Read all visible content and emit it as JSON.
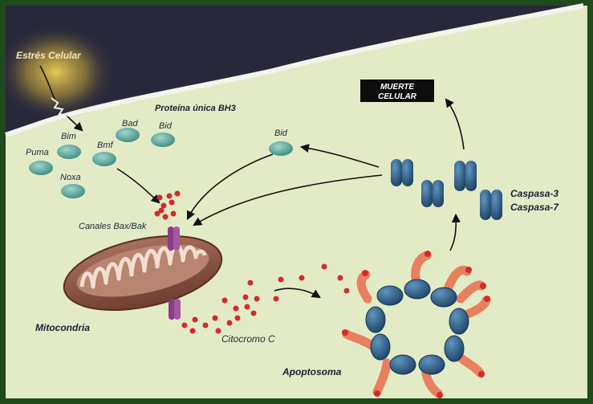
{
  "labels": {
    "stress": "Estrés Celular",
    "bh3_title": "Proteína única BH3",
    "bad": "Bad",
    "bid_top": "Bid",
    "bim": "Bim",
    "bmf": "Bmf",
    "puma": "Puma",
    "noxa": "Noxa",
    "bid_right": "Bid",
    "death_line1": "MUERTE",
    "death_line2": "CELULAR",
    "casp3": "Caspasa-3",
    "casp7": "Caspasa-7",
    "channels": "Canales Bax/Bak",
    "mito": "Mitocondria",
    "cytc": "Citocromo C",
    "apoptosome": "Apoptosoma"
  },
  "colors": {
    "frame": "#1e4a1e",
    "cytoplasm": "#e3ebc6",
    "outside": "#27283a",
    "membrane": "#f4f4ec",
    "bh3_protein": "#5aa59c",
    "mitochondria": "#8f5a48",
    "cristae": "#f3ddd0",
    "channel": "#8a3d86",
    "cytochrome": "#d42a2a",
    "caspase": "#2a5d86",
    "apaf_arm": "#e88060"
  }
}
